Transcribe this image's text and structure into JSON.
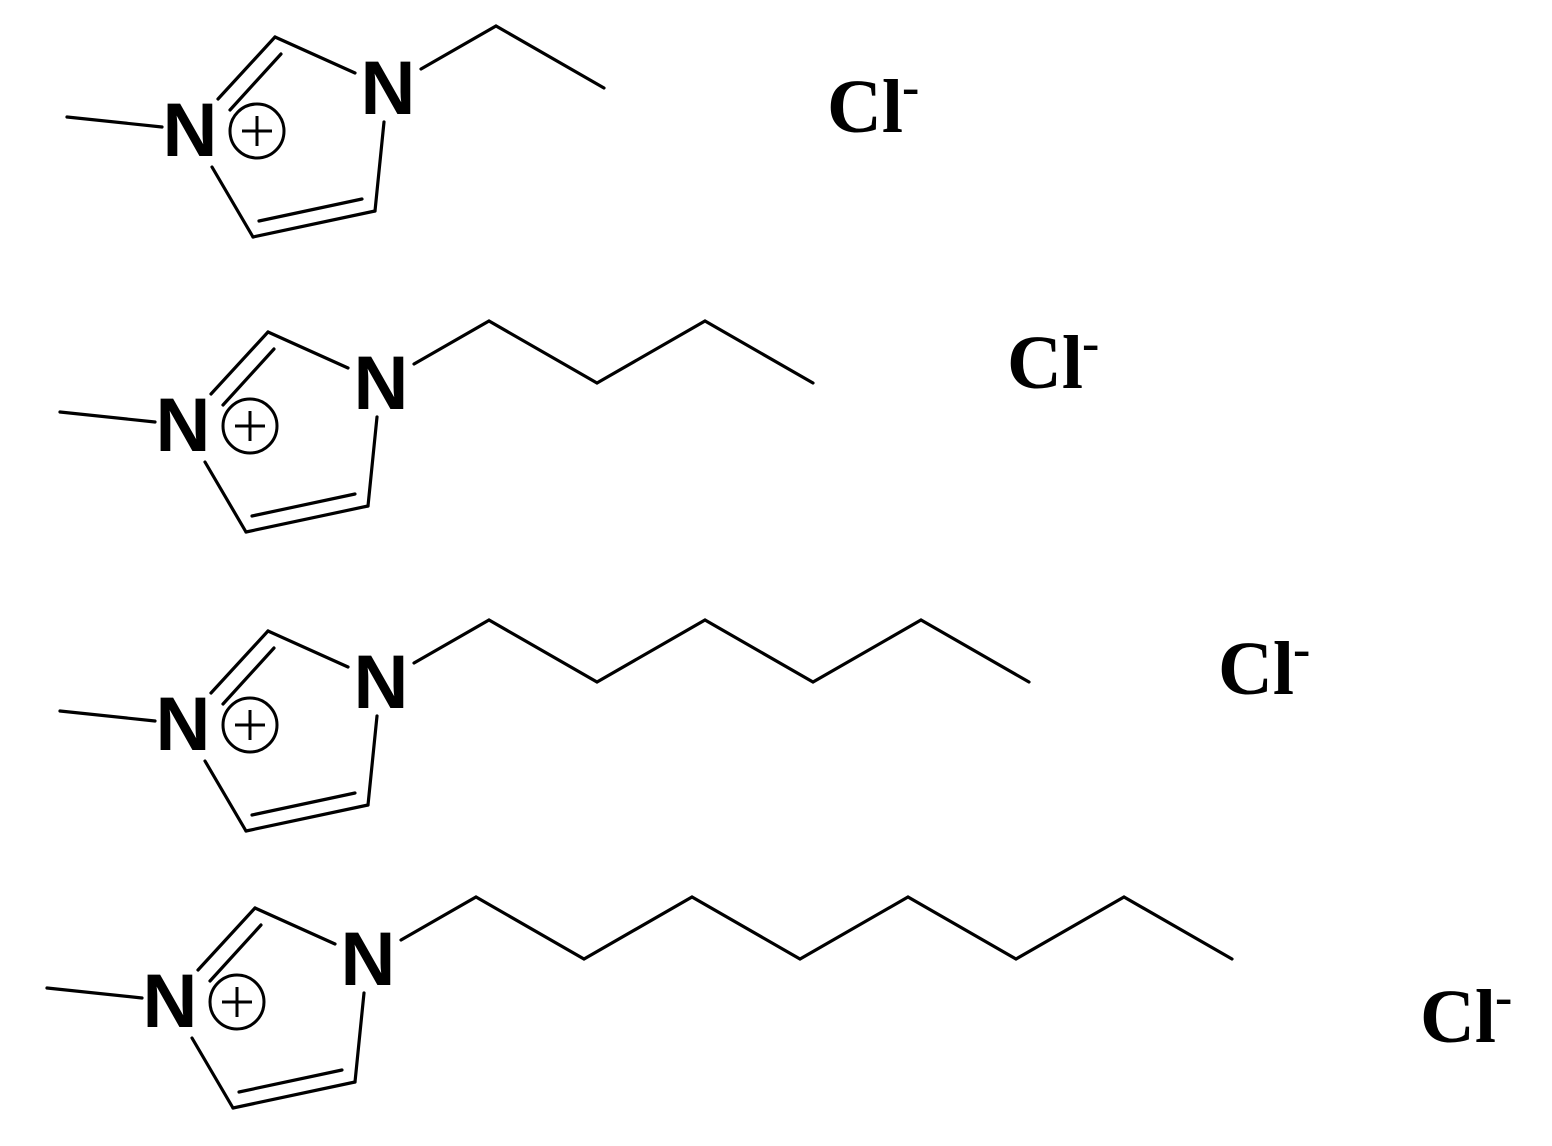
{
  "structures": [
    {
      "ring_atoms": {
        "n_methyl": "N",
        "n_alkyl": "N"
      },
      "cation_charge": "+",
      "anion": {
        "symbol": "Cl",
        "charge": "-"
      }
    },
    {
      "ring_atoms": {
        "n_methyl": "N",
        "n_alkyl": "N"
      },
      "cation_charge": "+",
      "anion": {
        "symbol": "Cl",
        "charge": "-"
      }
    },
    {
      "ring_atoms": {
        "n_methyl": "N",
        "n_alkyl": "N"
      },
      "cation_charge": "+",
      "anion": {
        "symbol": "Cl",
        "charge": "-"
      }
    },
    {
      "ring_atoms": {
        "n_methyl": "N",
        "n_alkyl": "N"
      },
      "cation_charge": "+",
      "anion": {
        "symbol": "Cl",
        "charge": "-"
      }
    }
  ]
}
